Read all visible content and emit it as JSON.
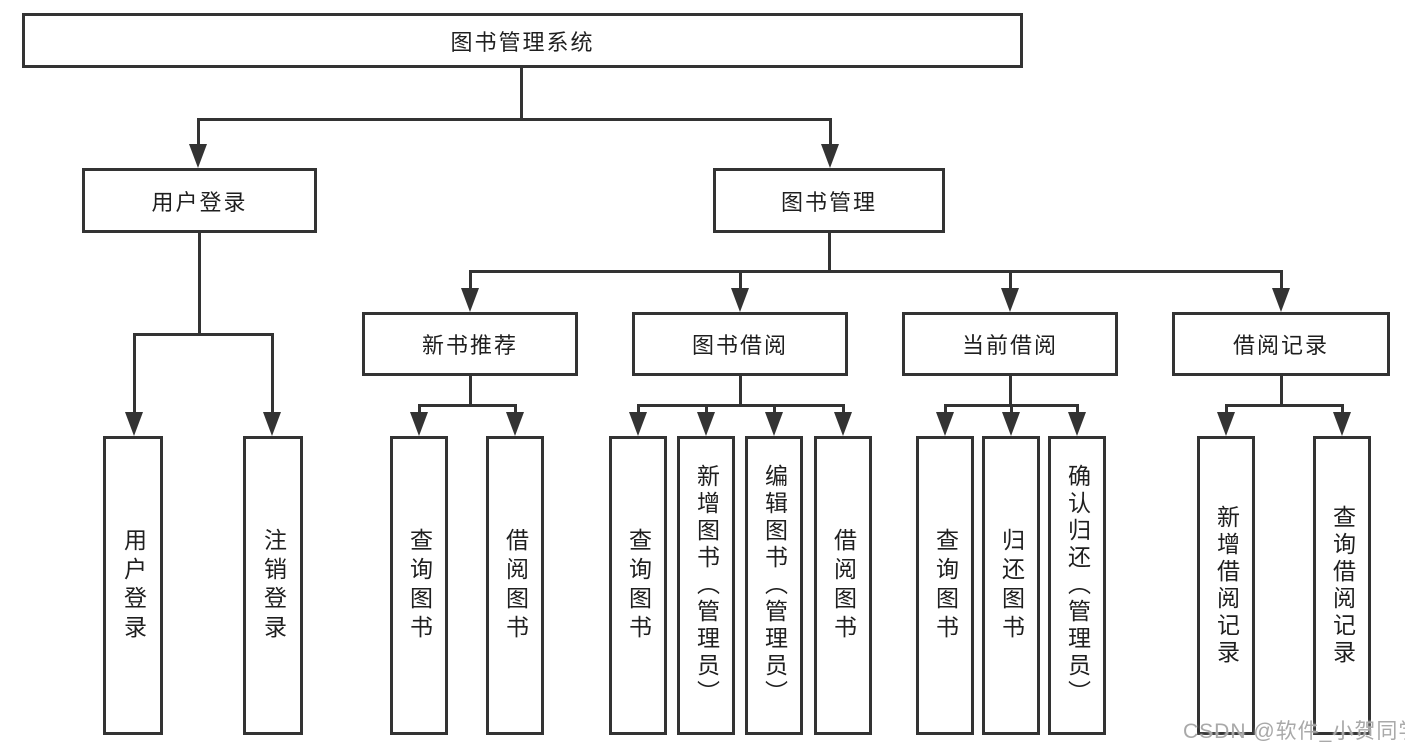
{
  "diagram": {
    "title": "图书管理系统",
    "level2": [
      {
        "label": "用户登录"
      },
      {
        "label": "图书管理"
      }
    ],
    "level3": [
      {
        "label": "新书推荐",
        "parent": "图书管理"
      },
      {
        "label": "图书借阅",
        "parent": "图书管理"
      },
      {
        "label": "当前借阅",
        "parent": "图书管理"
      },
      {
        "label": "借阅记录",
        "parent": "图书管理"
      }
    ],
    "leaves": [
      {
        "label": "用户登录",
        "parent": "用户登录"
      },
      {
        "label": "注销登录",
        "parent": "用户登录"
      },
      {
        "label": "查询图书",
        "parent": "新书推荐"
      },
      {
        "label": "借阅图书",
        "parent": "新书推荐"
      },
      {
        "label": "查询图书",
        "parent": "图书借阅"
      },
      {
        "label": "新增图书（管理员）",
        "parent": "图书借阅"
      },
      {
        "label": "编辑图书（管理员）",
        "parent": "图书借阅"
      },
      {
        "label": "借阅图书",
        "parent": "图书借阅"
      },
      {
        "label": "查询图书",
        "parent": "当前借阅"
      },
      {
        "label": "归还图书",
        "parent": "当前借阅"
      },
      {
        "label": "确认归还（管理员）",
        "parent": "当前借阅"
      },
      {
        "label": "新增借阅记录",
        "parent": "借阅记录"
      },
      {
        "label": "查询借阅记录",
        "parent": "借阅记录"
      }
    ],
    "watermark": "CSDN @软件_小贺同学",
    "colors": {
      "line": "#333333",
      "text": "#1f1f1f",
      "watermark": "#a9a9a9",
      "background": "#ffffff"
    }
  }
}
